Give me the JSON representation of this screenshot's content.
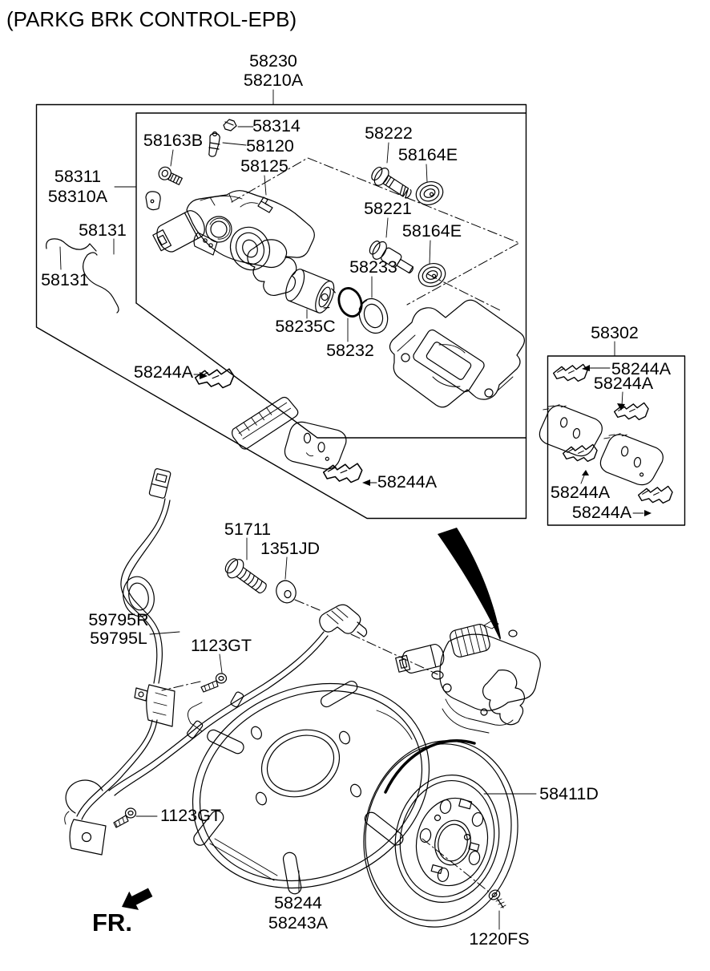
{
  "diagram": {
    "title": "(PARKG BRK CONTROL-EPB)",
    "direction_indicator": "FR.",
    "colors": {
      "line": "#000000",
      "background": "#ffffff",
      "arrow_fill": "#000000"
    },
    "callouts": {
      "c58230": "58230",
      "c58210A": "58210A",
      "c58314": "58314",
      "c58163B": "58163B",
      "c58120": "58120",
      "c58125": "58125",
      "c58222": "58222",
      "c58164E_upper": "58164E",
      "c58311": "58311",
      "c58310A": "58310A",
      "c58221": "58221",
      "c58164E_lower": "58164E",
      "c58131_a": "58131",
      "c58131_b": "58131",
      "c58233": "58233",
      "c58235C": "58235C",
      "c58232": "58232",
      "c58244A_main_upper": "58244A",
      "c58244A_main_lower": "58244A",
      "c58302": "58302",
      "c58244A_kit_1": "58244A",
      "c58244A_kit_2": "58244A",
      "c58244A_kit_3": "58244A",
      "c58244A_kit_4": "58244A",
      "c51711": "51711",
      "c1351JD": "1351JD",
      "c59795R": "59795R",
      "c59795L": "59795L",
      "c1123GT_upper": "1123GT",
      "c1123GT_lower": "1123GT",
      "c58411D": "58411D",
      "c58244": "58244",
      "c58243A": "58243A",
      "c1220FS": "1220FS"
    }
  }
}
